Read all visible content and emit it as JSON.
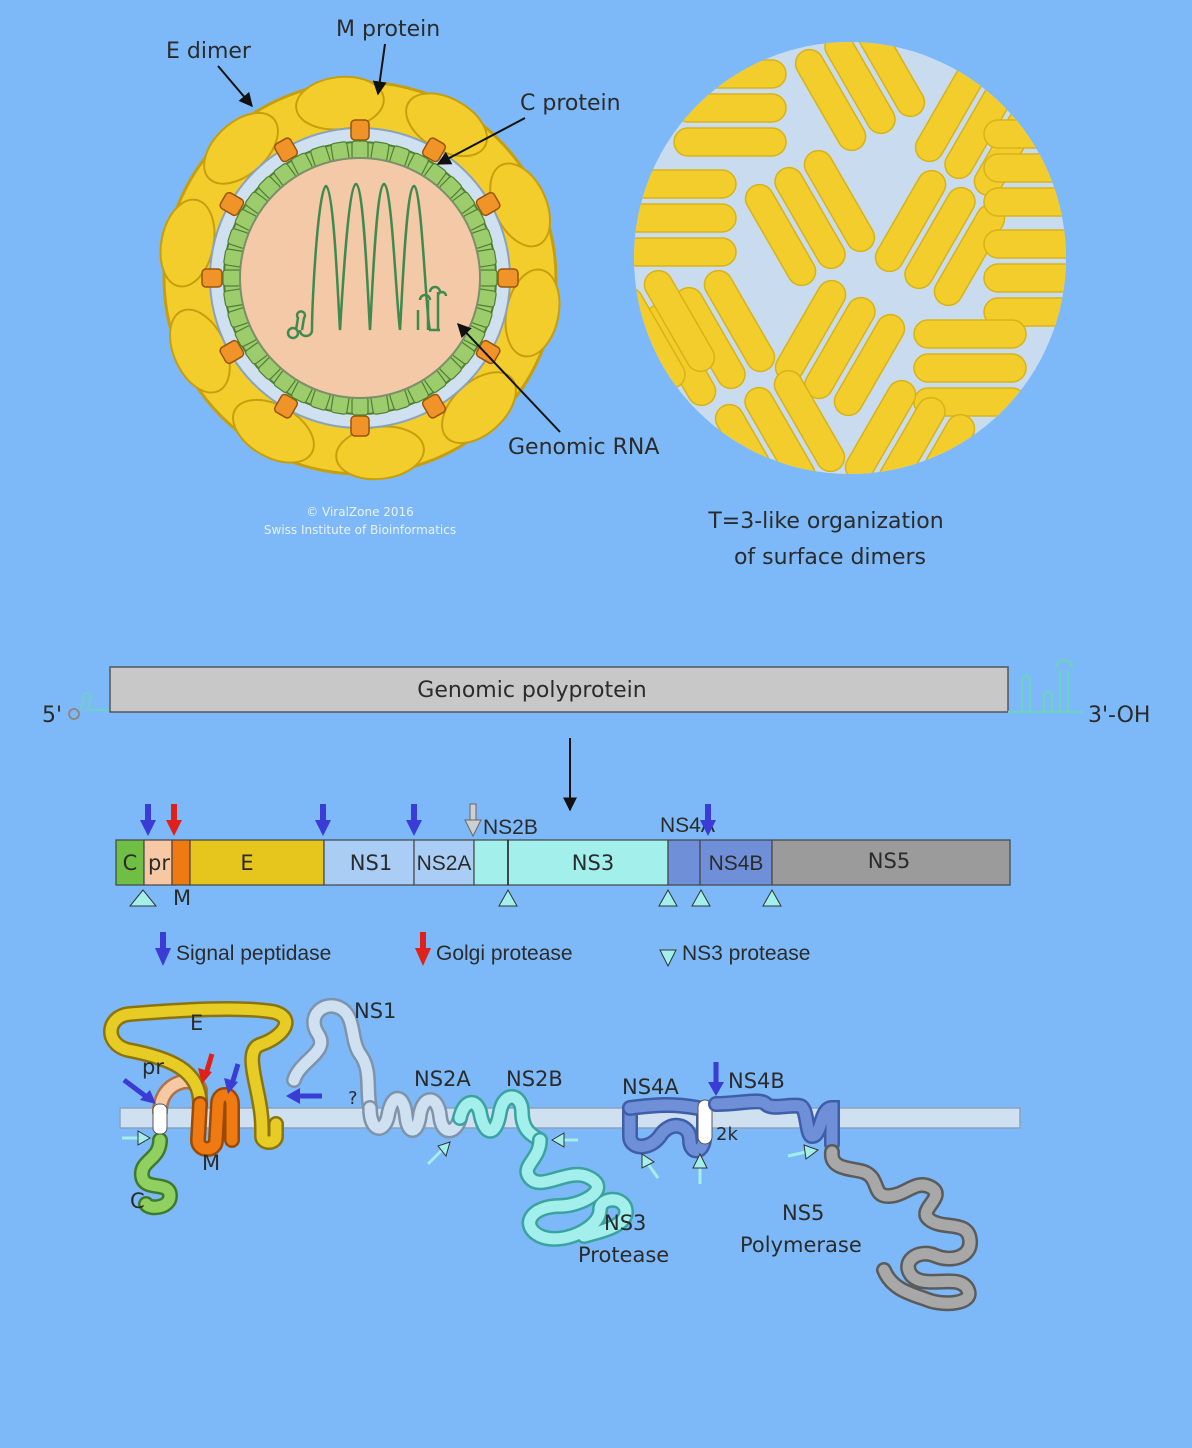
{
  "virion": {
    "labels": {
      "e_dimer": "E dimer",
      "m_protein": "M protein",
      "c_protein": "C protein",
      "genomic_rna": "Genomic RNA"
    },
    "copyright_line1": "© ViralZone 2016",
    "copyright_line2": "Swiss Institute of Bioinformatics"
  },
  "surface": {
    "caption_line1": "T=3-like organization",
    "caption_line2": "of surface dimers"
  },
  "genome": {
    "five_prime": "5'",
    "title": "Genomic polyprotein",
    "three_prime": "3'-OH"
  },
  "polyprotein": {
    "segments": [
      {
        "label": "C",
        "color": "#6fbf45"
      },
      {
        "label": "pr",
        "color": "#f6c9a4"
      },
      {
        "label": "",
        "color": "#f07a12"
      },
      {
        "label": "E",
        "color": "#e6c51d"
      },
      {
        "label": "NS1",
        "color": "#a9cdf4"
      },
      {
        "label": "NS2A",
        "color": "#a9cdf4"
      },
      {
        "label": "",
        "color": "#a3efec"
      },
      {
        "label": "NS3",
        "color": "#a3efec"
      },
      {
        "label": "",
        "color": "#6f8fd8"
      },
      {
        "label": "NS4B",
        "color": "#6f8fd8"
      },
      {
        "label": "NS5",
        "color": "#9b9b9b"
      }
    ],
    "label_m": "M",
    "label_ns2b": "NS2B",
    "label_ns4a": "NS4A"
  },
  "legend": {
    "signal": "Signal peptidase",
    "golgi": "Golgi protease",
    "ns3": "NS3 protease",
    "signal_color": "#3b3bd6",
    "golgi_color": "#e0211b",
    "ns3_color": "#a3efec"
  },
  "topology": {
    "e": "E",
    "pr": "pr",
    "m": "M",
    "c": "C",
    "ns1": "NS1",
    "question": "?",
    "ns2a": "NS2A",
    "ns2b": "NS2B",
    "ns4a": "NS4A",
    "ns4b": "NS4B",
    "twok": "2k",
    "ns3": "NS3",
    "protease": "Protease",
    "ns5": "NS5",
    "polymerase": "Polymerase"
  },
  "colors": {
    "background": "#7db9f8",
    "envelope_yellow": "#f3cd2c",
    "capsid_green": "#9ccc6c",
    "membrane": "#cfe0f0"
  }
}
